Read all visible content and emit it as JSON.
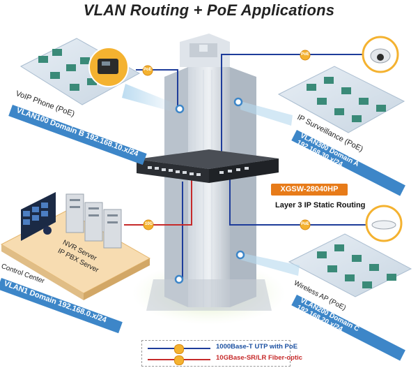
{
  "title": "VLAN Routing + PoE Applications",
  "switch": {
    "model": "XGSW-28040HP",
    "function": "Layer 3 IP Static Routing"
  },
  "zones": {
    "voip": {
      "label": "VoIP Phone (PoE)",
      "vlan": "VLAN100 Domain B 192.168.10.x/24"
    },
    "surveillance": {
      "label": "IP Surveillance (PoE)",
      "vlan": "VLAN300 Domain A 192.168.30.x/24"
    },
    "control": {
      "label": "Control Center",
      "vlan": "VLAN1 Domain 192.168.0.x/24",
      "server_line1": "NVR Server",
      "server_line2": "IP PBX Server"
    },
    "wireless": {
      "label": "Wireless AP (PoE)",
      "vlan": "VLAN200 Domain C 192.168.20.x/24"
    }
  },
  "badges": {
    "poe": "PoE",
    "tenG": "10G"
  },
  "legend": {
    "copper": "1000Base-T UTP with PoE",
    "fiber": "10GBase-SR/LR Fiber-optic"
  },
  "colors": {
    "copper_line": "#1e3c9a",
    "fiber_line": "#c62a2a",
    "banner": "#3d86c8",
    "badge": "#f4b230",
    "switch_label": "#e77b19"
  }
}
